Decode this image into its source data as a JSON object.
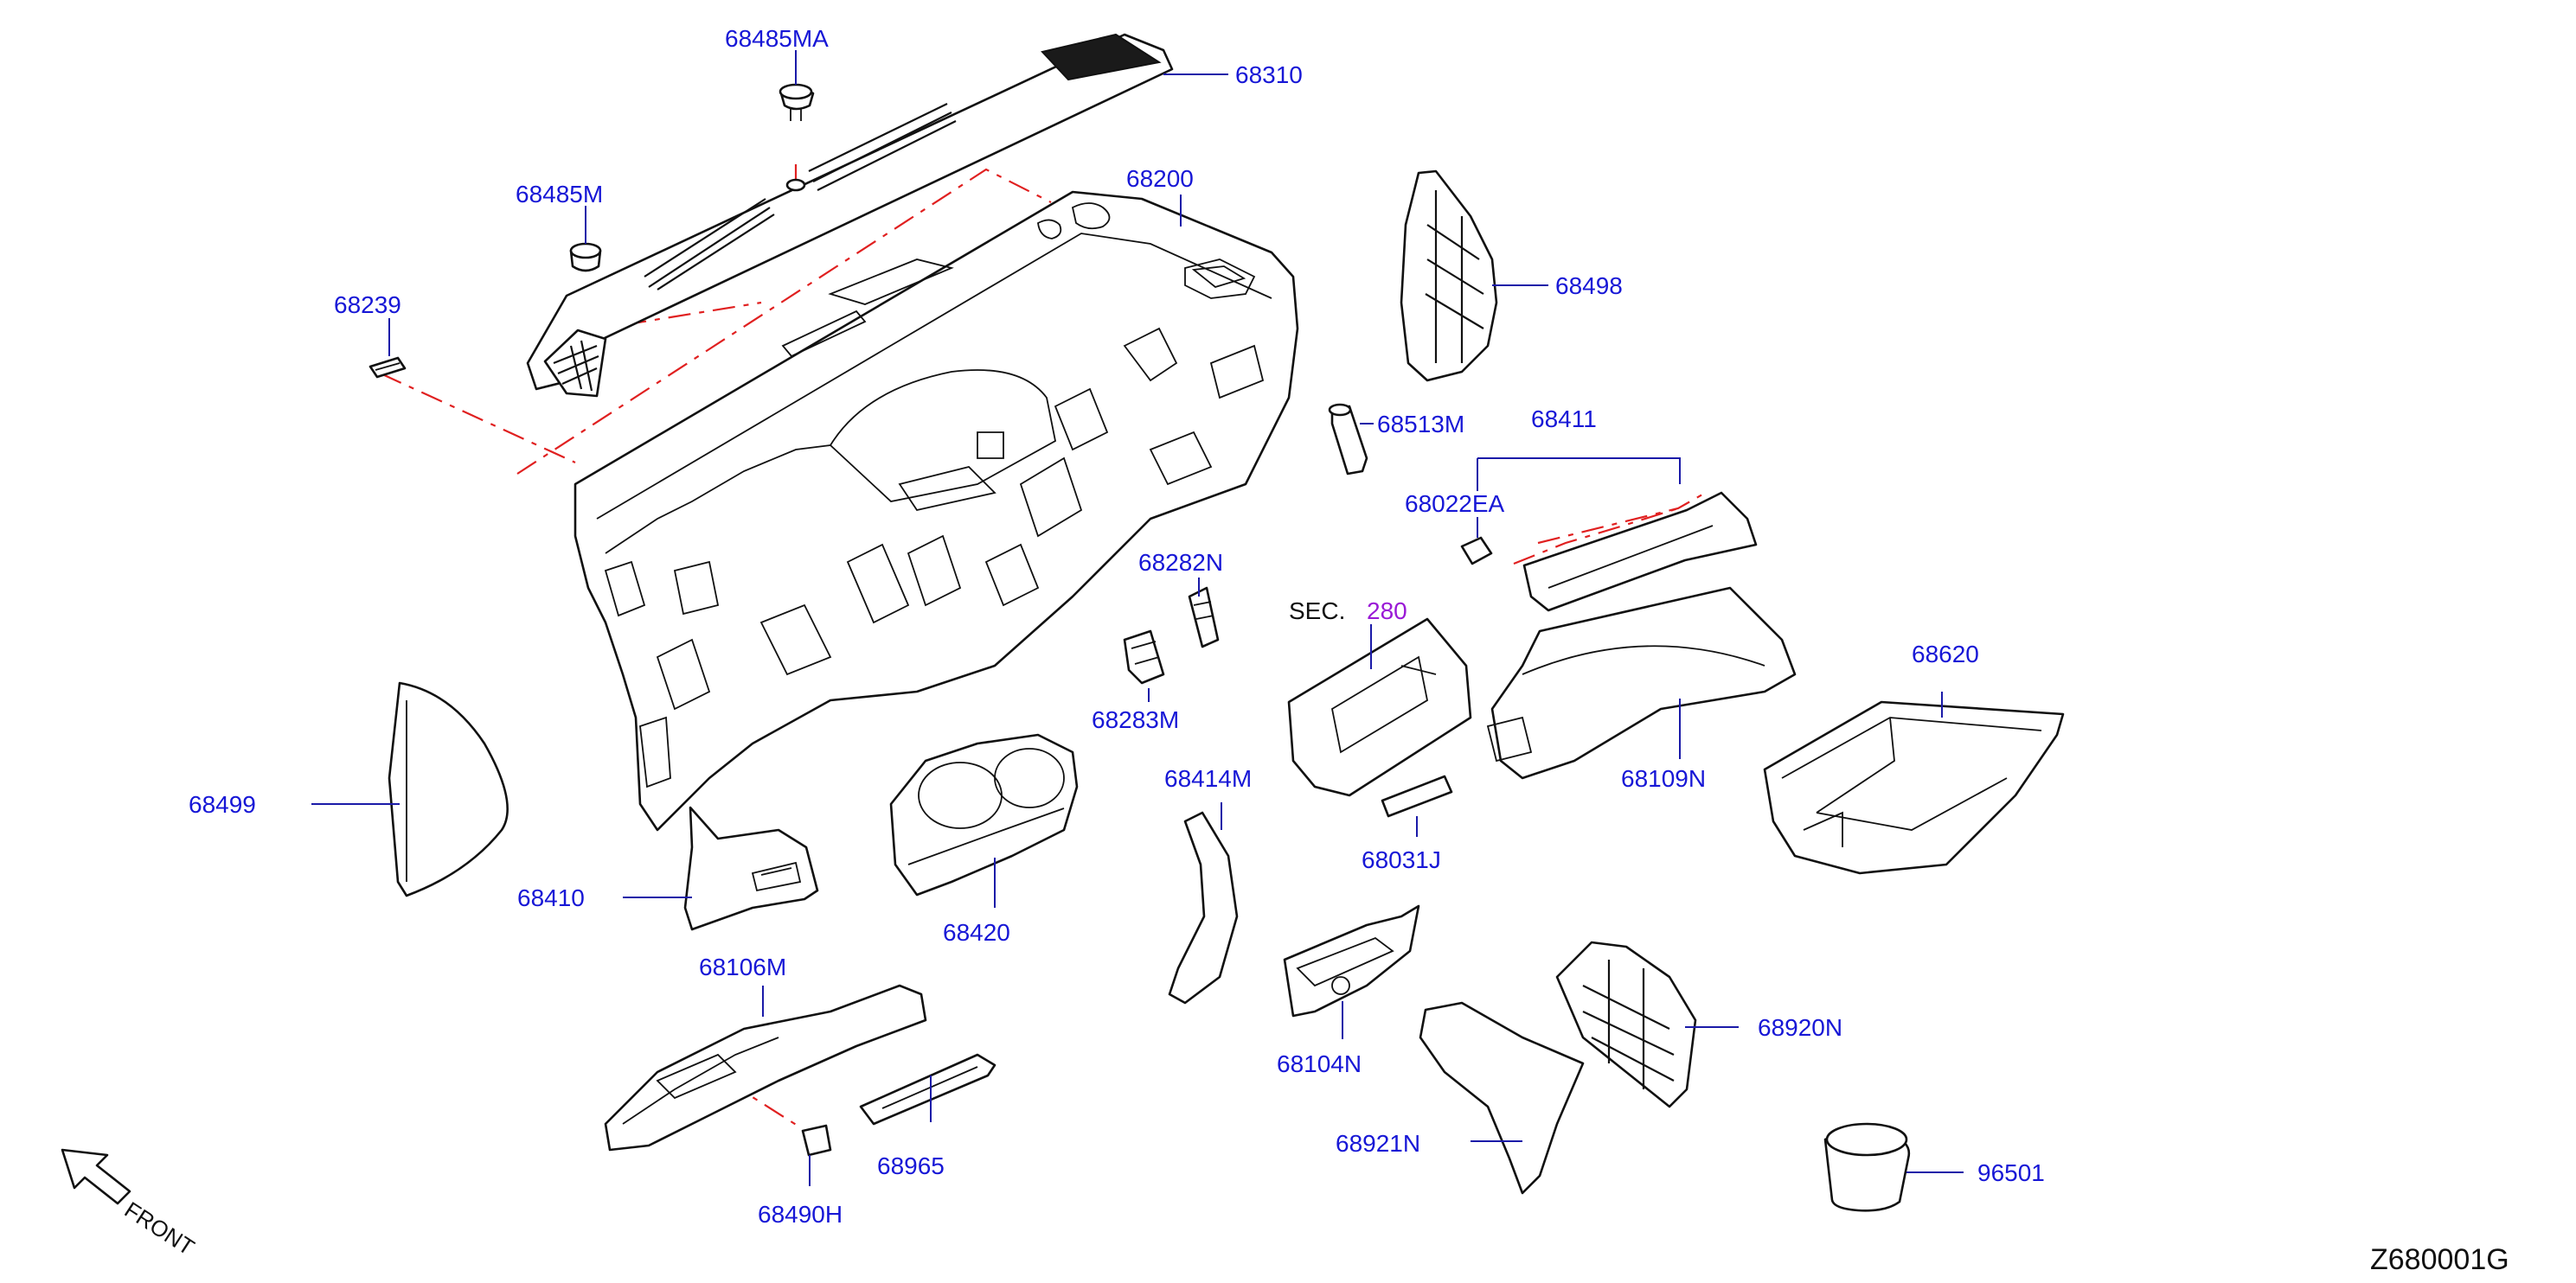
{
  "diagram": {
    "reference_code": "Z680001G",
    "front_label": "FRONT",
    "section": {
      "prefix": "SEC.",
      "number": "280"
    },
    "colors": {
      "part_label": "#1717d6",
      "leader": "#1a1aa8",
      "phantom_line": "#e02020",
      "section_number": "#9a1ad6",
      "line_art": "#111111"
    },
    "callouts": [
      "68485MA",
      "68310",
      "68485M",
      "68200",
      "68239",
      "68498",
      "68513M",
      "68411",
      "68022EA",
      "68282N",
      "68283M",
      "68620",
      "68109N",
      "68499",
      "68414M",
      "68031J",
      "68410",
      "68420",
      "68106M",
      "68104N",
      "68920N",
      "68965",
      "68921N",
      "68490H",
      "96501"
    ]
  }
}
